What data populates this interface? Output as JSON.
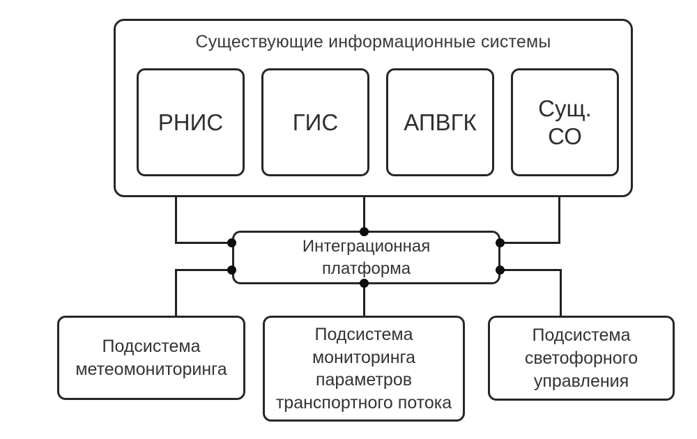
{
  "diagram": {
    "top_group": {
      "title": "Существующие информационные системы",
      "systems": [
        {
          "id": "rnis",
          "label": "РНИС"
        },
        {
          "id": "gis",
          "label": "ГИС"
        },
        {
          "id": "apvgk",
          "label": "АПВГК"
        },
        {
          "id": "sush-so",
          "label": "Сущ.\nСО"
        }
      ]
    },
    "platform": {
      "id": "integration-platform",
      "label": "Интеграционная\nплатформа"
    },
    "subsystems": [
      {
        "id": "subsystem-meteo",
        "label": "Подсистема\nметеомониторинга"
      },
      {
        "id": "subsystem-traffic-flow",
        "label": "Подсистема\nмониторинга\nпараметров\nтранспортного потока"
      },
      {
        "id": "subsystem-traffic-light",
        "label": "Подсистема\nсветофорного\nуправления"
      }
    ],
    "edges": [
      {
        "from": "existing-systems-group",
        "to": "integration-platform",
        "attach": "platform-left-upper",
        "style": "elbow-down-right"
      },
      {
        "from": "existing-systems-group",
        "to": "integration-platform",
        "attach": "platform-top-center",
        "style": "straight-down"
      },
      {
        "from": "existing-systems-group",
        "to": "integration-platform",
        "attach": "platform-right-upper",
        "style": "elbow-down-left"
      },
      {
        "from": "integration-platform",
        "to": "subsystem-meteo",
        "attach": "platform-left-lower",
        "style": "elbow-left-down"
      },
      {
        "from": "integration-platform",
        "to": "subsystem-traffic-flow",
        "attach": "platform-bottom-center",
        "style": "straight-down"
      },
      {
        "from": "integration-platform",
        "to": "subsystem-traffic-light",
        "attach": "platform-right-lower",
        "style": "elbow-right-down"
      }
    ],
    "colors": {
      "background": "#ffffff",
      "box_fill": "#ffffff",
      "border": "#262626",
      "line": "#1f1f1f",
      "text": "#333333"
    }
  }
}
